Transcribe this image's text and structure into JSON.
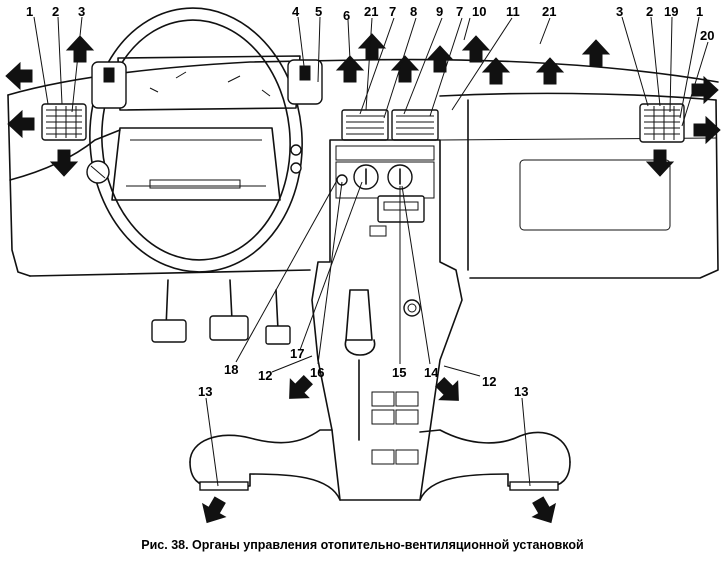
{
  "caption": "Рис. 38. Органы управления отопительно-вентиляционной установкой",
  "callouts": {
    "c1_left": "1",
    "c2_left": "2",
    "c3_left": "3",
    "c4": "4",
    "c5": "5",
    "c6": "6",
    "c21_top": "21",
    "c7_a": "7",
    "c8": "8",
    "c9": "9",
    "c7_b": "7",
    "c10": "10",
    "c11": "11",
    "c21_right": "21",
    "c3_right": "3",
    "c2_right": "2",
    "c19": "19",
    "c1_right": "1",
    "c20": "20",
    "c18": "18",
    "c17": "17",
    "c12_left": "12",
    "c16": "16",
    "c15": "15",
    "c14": "14",
    "c12_right": "12",
    "c13_left": "13",
    "c13_right": "13"
  },
  "icons": {
    "airflow": "airflow-arrow-icon",
    "knob": "control-knob-icon",
    "vent": "vent-grille-icon"
  }
}
